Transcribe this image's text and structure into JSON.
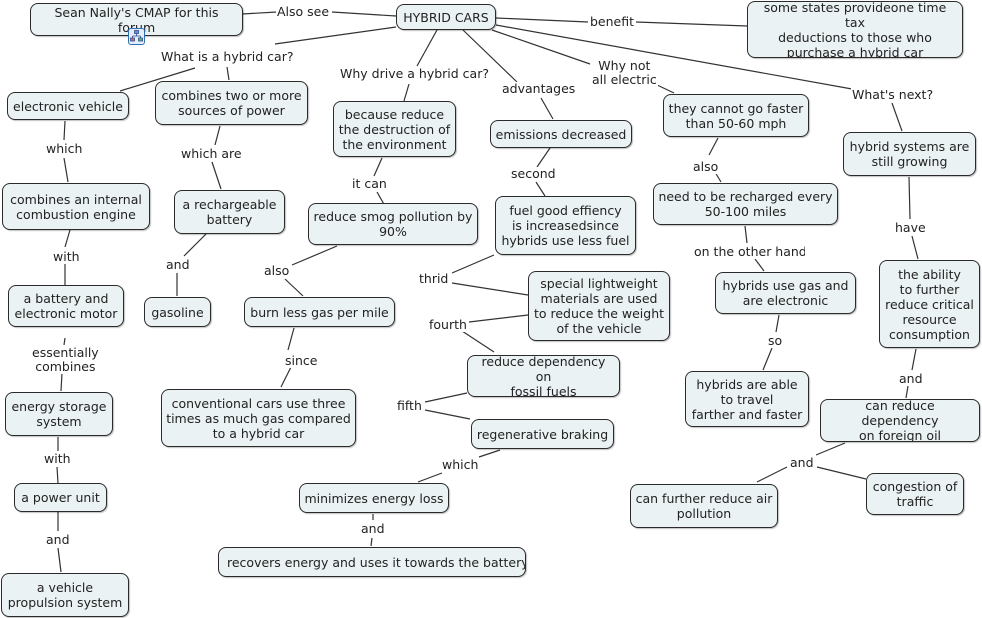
{
  "concepts": {
    "cmap_link": "Sean Nally's CMAP for this forum",
    "hybrid_cars": "HYBRID CARS",
    "tax": "some states provideone time tax\ndeductions to those who\npurchase a hybrid car",
    "electronic_vehicle": "electronic vehicle",
    "combines_two": "combines two or more\nsources of power",
    "because_reduce": "because reduce\nthe destruction of\nthe environment",
    "emissions": "emissions decreased",
    "cannot_faster": "they cannot go faster\nthan 50-60 mph",
    "systems_growing": "hybrid systems are\nstill growing",
    "combines_ice": "combines an internal\ncombustion engine",
    "rechargeable_battery": "a rechargeable\nbattery",
    "reduce_smog": "reduce smog pollution by\n90%",
    "fuel_efficiency": "fuel good effiency\nis increasedsince\nhybrids use less fuel",
    "recharged": "need to be recharged every\n50-100 miles",
    "battery_motor": "a battery and\nelectronic motor",
    "gasoline": "gasoline",
    "burn_less": "burn less gas per mile",
    "lightweight": "special lightweight\nmaterials are used\nto reduce the weight\nof the vehicle",
    "gas_electronic": "hybrids use gas and\nare electronic",
    "ability": "the ability\nto further\nreduce critical\nresource\nconsumption",
    "energy_storage": "energy storage\nsystem",
    "conventional": "conventional cars use three\ntimes as much gas compared\nto a hybrid car",
    "fossil": "reduce dependency on\nfossil fuels",
    "farther_faster": "hybrids are able\nto travel\nfarther and faster",
    "foreign_oil": "can reduce dependency\non foreign oil",
    "regenerative": "regenerative braking",
    "power_unit": "a power unit",
    "minimizes": "minimizes energy loss",
    "air_pollution": "can further reduce air\npollution",
    "congestion": "congestion of\ntraffic",
    "recovers": "recovers energy and uses it towards the battery",
    "propulsion": "a vehicle\npropulsion system"
  },
  "links": {
    "also_see": "Also see",
    "benefit": "benefit",
    "what_is": "What is a hybrid car?",
    "why_drive": "Why drive a hybrid car?",
    "advantages": "advantages",
    "why_not": "Why not\nall electric",
    "whats_next": "What's next?",
    "which1": "which",
    "which_are": "which are",
    "it_can": "it can",
    "second": "second",
    "also1": "also",
    "with1": "with",
    "and1": "and",
    "also2": "also",
    "have": "have",
    "on_other_hand": "on the other hand",
    "thrid": "thrid",
    "fourth": "fourth",
    "essentially": "essentially\ncombines",
    "since": "since",
    "so": "so",
    "fifth": "fifth",
    "and2": "and",
    "with2": "with",
    "which2": "which",
    "and3": "and",
    "and4": "and",
    "and5": "and"
  },
  "icons": {
    "cmap_link_icon": "concept-map-icon"
  }
}
